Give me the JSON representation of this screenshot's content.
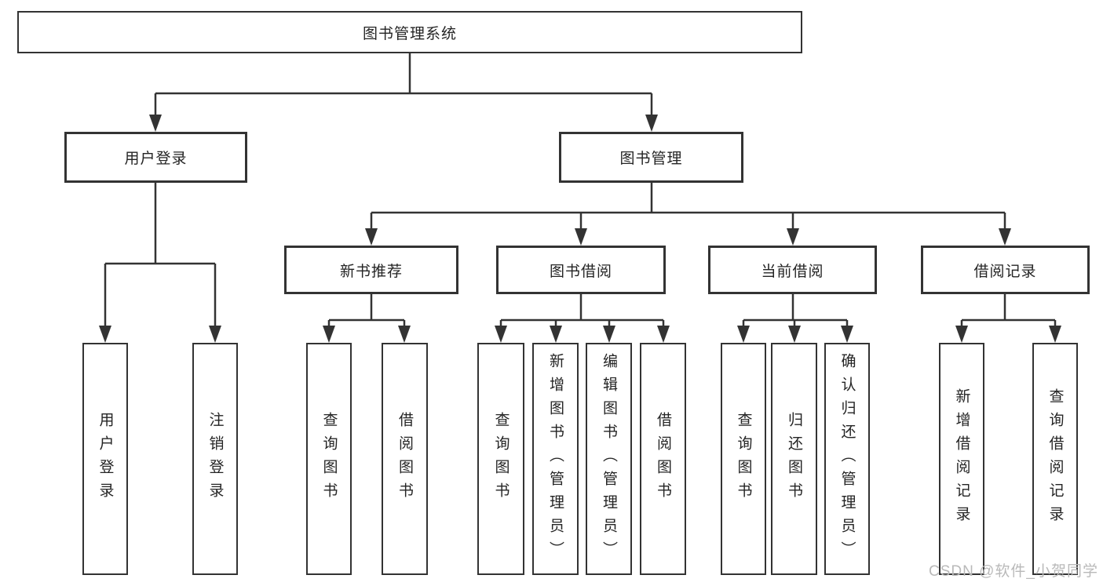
{
  "nodes": {
    "root": "图书管理系统",
    "user_login": "用户登录",
    "book_mgmt": "图书管理",
    "new_book_rec": "新书推荐",
    "book_borrow": "图书借阅",
    "current_borrow": "当前借阅",
    "borrow_records": "借阅记录",
    "leaf_user_login": "用户登录",
    "leaf_logout": "注销登录",
    "leaf_rec_query_book": "查询图书",
    "leaf_rec_borrow_book": "借阅图书",
    "leaf_bb_query_book": "查询图书",
    "leaf_bb_add_book": "新增图书（管理员）",
    "leaf_bb_edit_book": "编辑图书（管理员）",
    "leaf_bb_borrow_book": "借阅图书",
    "leaf_cb_query_book": "查询图书",
    "leaf_cb_return_book": "归还图书",
    "leaf_cb_confirm_return": "确认归还（管理员）",
    "leaf_br_add_record": "新增借阅记录",
    "leaf_br_query_record": "查询借阅记录"
  },
  "hierarchy": {
    "图书管理系统": {
      "用户登录": [
        "用户登录",
        "注销登录"
      ],
      "图书管理": {
        "新书推荐": [
          "查询图书",
          "借阅图书"
        ],
        "图书借阅": [
          "查询图书",
          "新增图书（管理员）",
          "编辑图书（管理员）",
          "借阅图书"
        ],
        "当前借阅": [
          "查询图书",
          "归还图书",
          "确认归还（管理员）"
        ],
        "借阅记录": [
          "新增借阅记录",
          "查询借阅记录"
        ]
      }
    }
  },
  "watermark": {
    "text": "CSDN @软件_小贺同学"
  },
  "colors": {
    "line": "#333333",
    "text": "#242424",
    "background": "#ffffff",
    "watermark": "#b9b9b9"
  }
}
